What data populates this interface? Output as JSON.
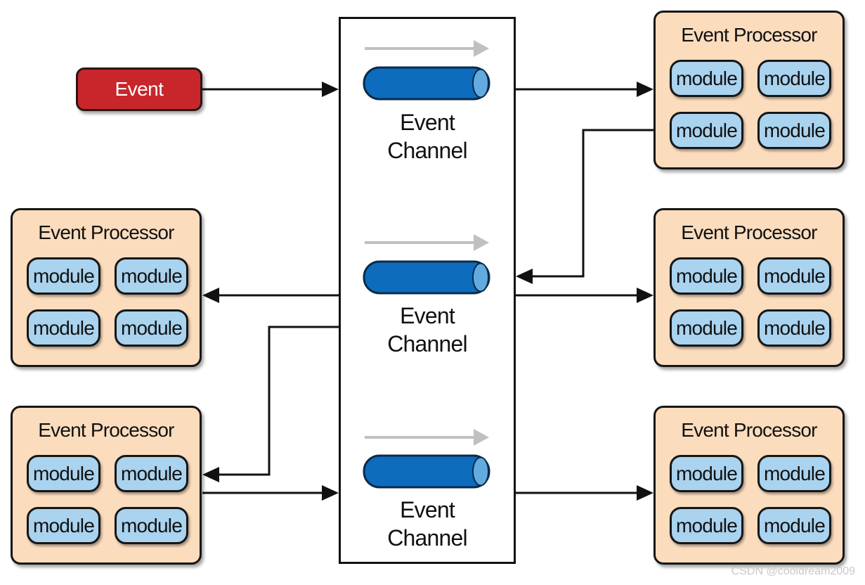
{
  "event_source": {
    "label": "Event"
  },
  "channels": [
    {
      "label_line1": "Event",
      "label_line2": "Channel"
    },
    {
      "label_line1": "Event",
      "label_line2": "Channel"
    },
    {
      "label_line1": "Event",
      "label_line2": "Channel"
    }
  ],
  "processors": [
    {
      "title": "Event Processor",
      "modules": [
        "module",
        "module",
        "module",
        "module"
      ]
    },
    {
      "title": "Event Processor",
      "modules": [
        "module",
        "module",
        "module",
        "module"
      ]
    },
    {
      "title": "Event Processor",
      "modules": [
        "module",
        "module",
        "module",
        "module"
      ]
    },
    {
      "title": "Event Processor",
      "modules": [
        "module",
        "module",
        "module",
        "module"
      ]
    },
    {
      "title": "Event Processor",
      "modules": [
        "module",
        "module",
        "module",
        "module"
      ]
    }
  ],
  "watermark": "CSDN @cooldream2009",
  "colors": {
    "event_fill": "#c8262b",
    "processor_fill": "#fbdcbd",
    "module_fill": "#a9d3ef",
    "queue_fill": "#0d6cbd",
    "queue_cap": "#63abdf",
    "flow_arrow": "#c0c0c0"
  }
}
